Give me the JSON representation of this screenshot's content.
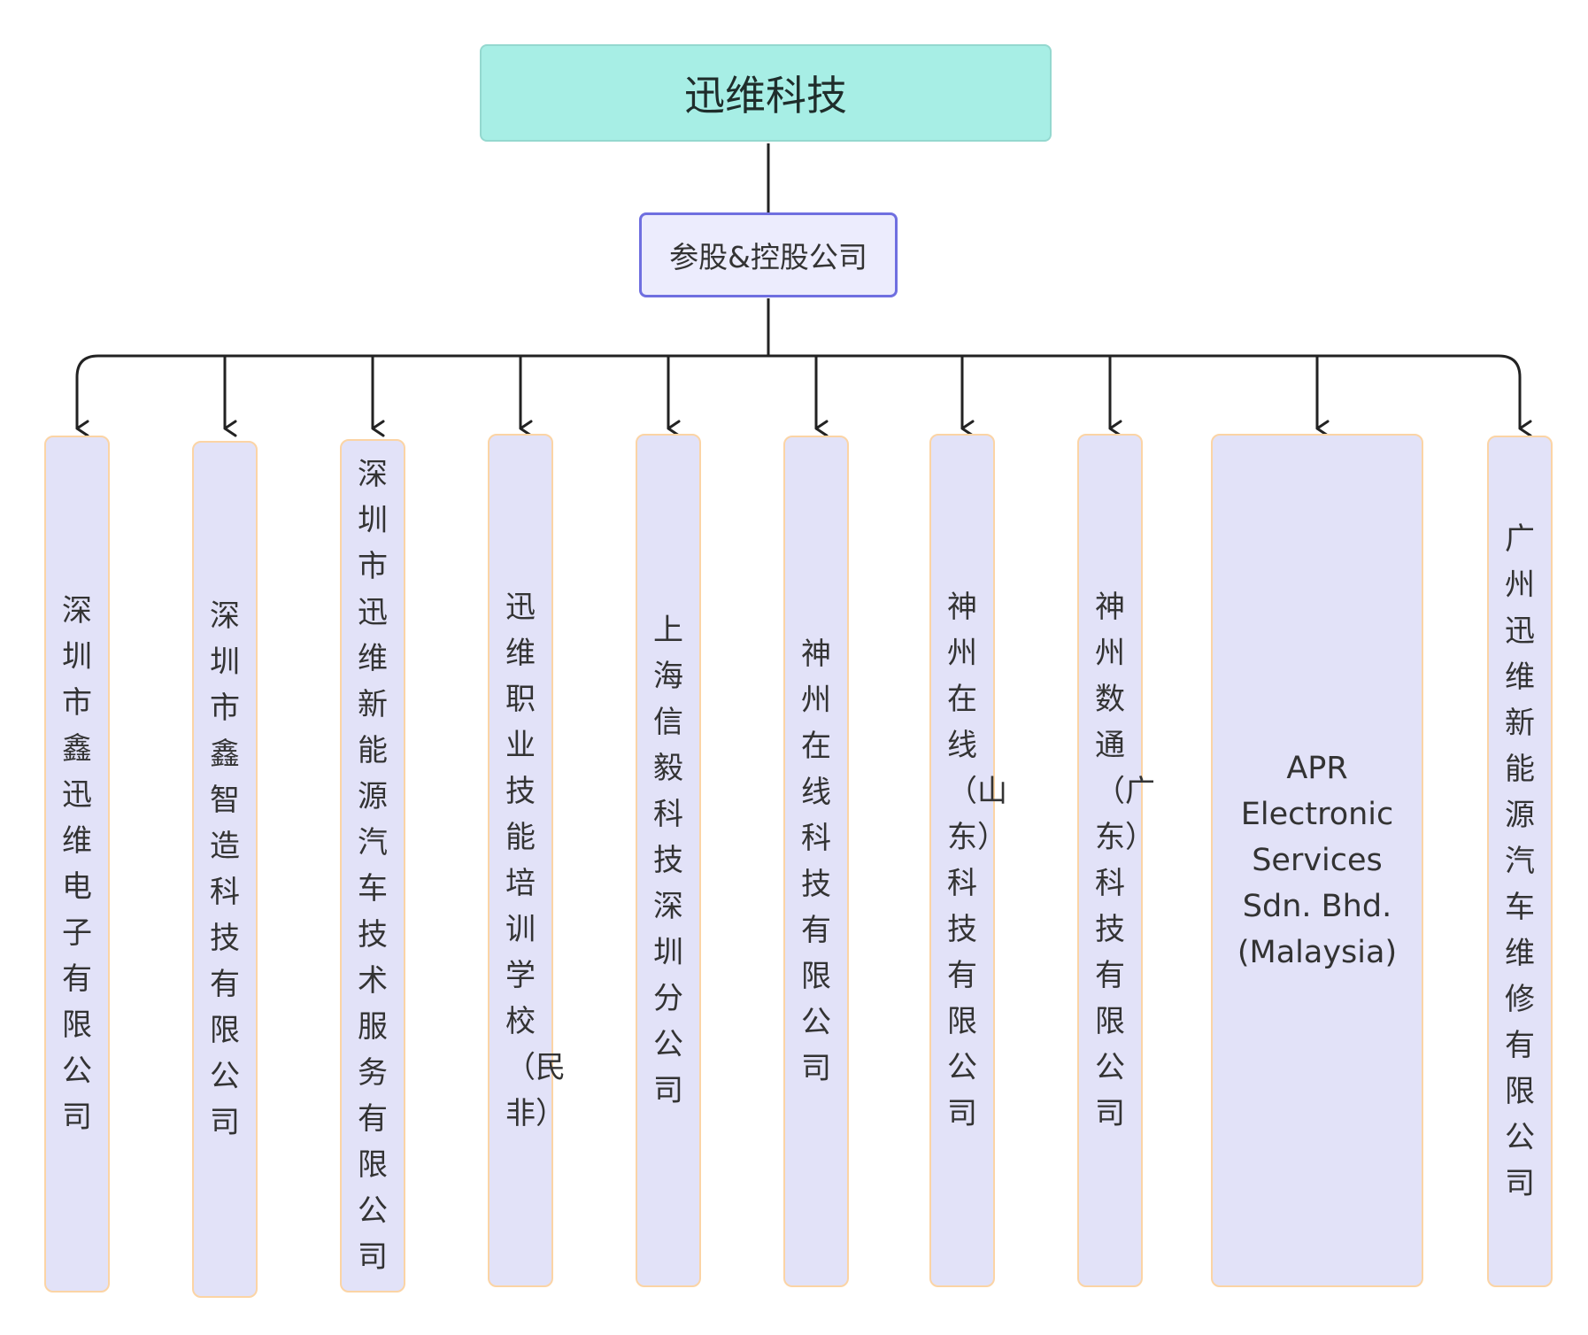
{
  "root": {
    "label": "迅维科技"
  },
  "group": {
    "label": "参股&控股公司"
  },
  "children": [
    {
      "label": "深圳市鑫迅维电子有限公司"
    },
    {
      "label": "深圳市鑫智造科技有限公司"
    },
    {
      "label": "深圳市迅维新能源汽车技术服务有限公司"
    },
    {
      "label": "迅维职业技能培训学校（民非）"
    },
    {
      "label": "上海信毅科技深圳分公司"
    },
    {
      "label": "神州在线科技有限公司"
    },
    {
      "label": "神州在线（山东）科技有限公司"
    },
    {
      "label": "神州数通（广东）科技有限公司"
    },
    {
      "label": "APR Electronic Services Sdn. Bhd. (Malaysia)"
    },
    {
      "label": "广州迅维新能源汽车维修有限公司"
    }
  ],
  "colors": {
    "root_fill": "#a7eee5",
    "group_fill": "#ececfd",
    "group_border": "#6f6fe0",
    "child_fill": "#e2e2f8",
    "child_border": "#fbd4a5",
    "connector": "#222222"
  }
}
